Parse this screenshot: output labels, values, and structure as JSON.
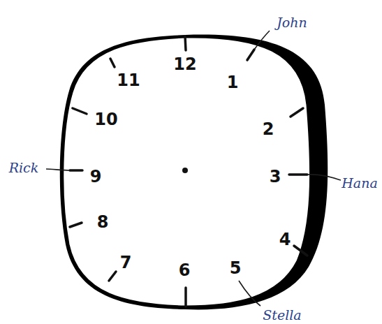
{
  "diagram": {
    "labels": [
      "John",
      "12",
      "11",
      "1",
      "10",
      "2",
      "Rick",
      "9",
      "3",
      "Hana",
      "8",
      "4",
      "7",
      "6",
      "5",
      "Stella"
    ]
  }
}
